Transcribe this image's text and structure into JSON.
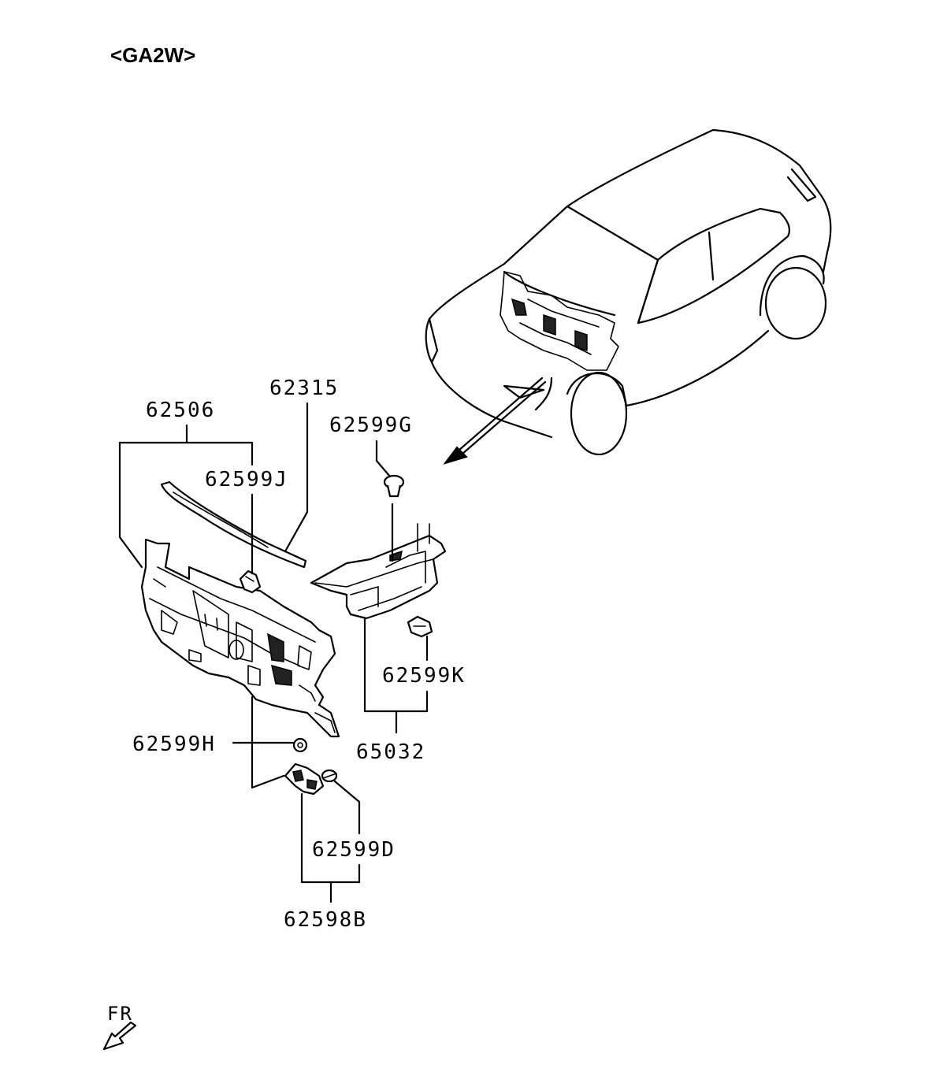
{
  "title": "<GA2W>",
  "labels": {
    "p62315": "62315",
    "p62506": "62506",
    "p62599G": "62599G",
    "p62599J": "62599J",
    "p62599K": "62599K",
    "p65032": "65032",
    "p62599H": "62599H",
    "p62599D": "62599D",
    "p62598B": "62598B"
  },
  "direction": {
    "label": "FR",
    "icon": "front-arrow-icon"
  },
  "colors": {
    "line": "#000000",
    "background": "#ffffff"
  }
}
